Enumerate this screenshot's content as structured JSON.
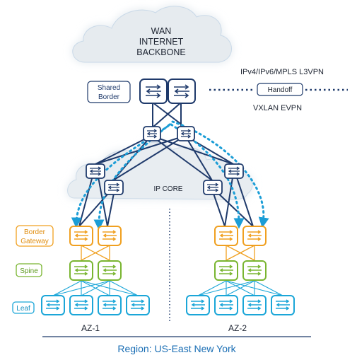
{
  "wan_cloud": {
    "line1": "WAN",
    "line2": "INTERNET",
    "line3": "BACKBONE"
  },
  "ip_core_label": "IP CORE",
  "shared_border_label": {
    "line1": "Shared",
    "line2": "Border"
  },
  "annotations": {
    "l3vpn": "IPv4/IPv6/MPLS L3VPN",
    "handoff": "Handoff",
    "vxlan": "VXLAN EVPN"
  },
  "layers": {
    "border_gateway": {
      "line1": "Border",
      "line2": "Gateway"
    },
    "spine": "Spine",
    "leaf": "Leaf"
  },
  "zones": {
    "az1": "AZ-1",
    "az2": "AZ-2"
  },
  "region": "Region: US-East New York",
  "colors": {
    "navy": "#1f3a6b",
    "border_gateway": "#f0a020",
    "spine": "#79b530",
    "leaf": "#1ba6d8",
    "dotted_arrow": "#1b9dd6",
    "region_text": "#1a6eb4"
  }
}
